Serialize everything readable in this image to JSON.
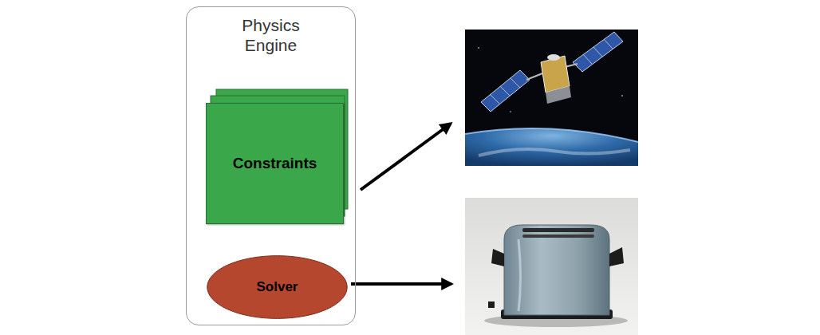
{
  "diagram": {
    "nodes": [
      {
        "text": [
          "Physics Engine"
        ]
      },
      {
        "text": [
          "Constraints"
        ],
        "in": 0
      },
      {
        "text": [
          "Solver"
        ],
        "in": 0
      }
    ]
  }
}
